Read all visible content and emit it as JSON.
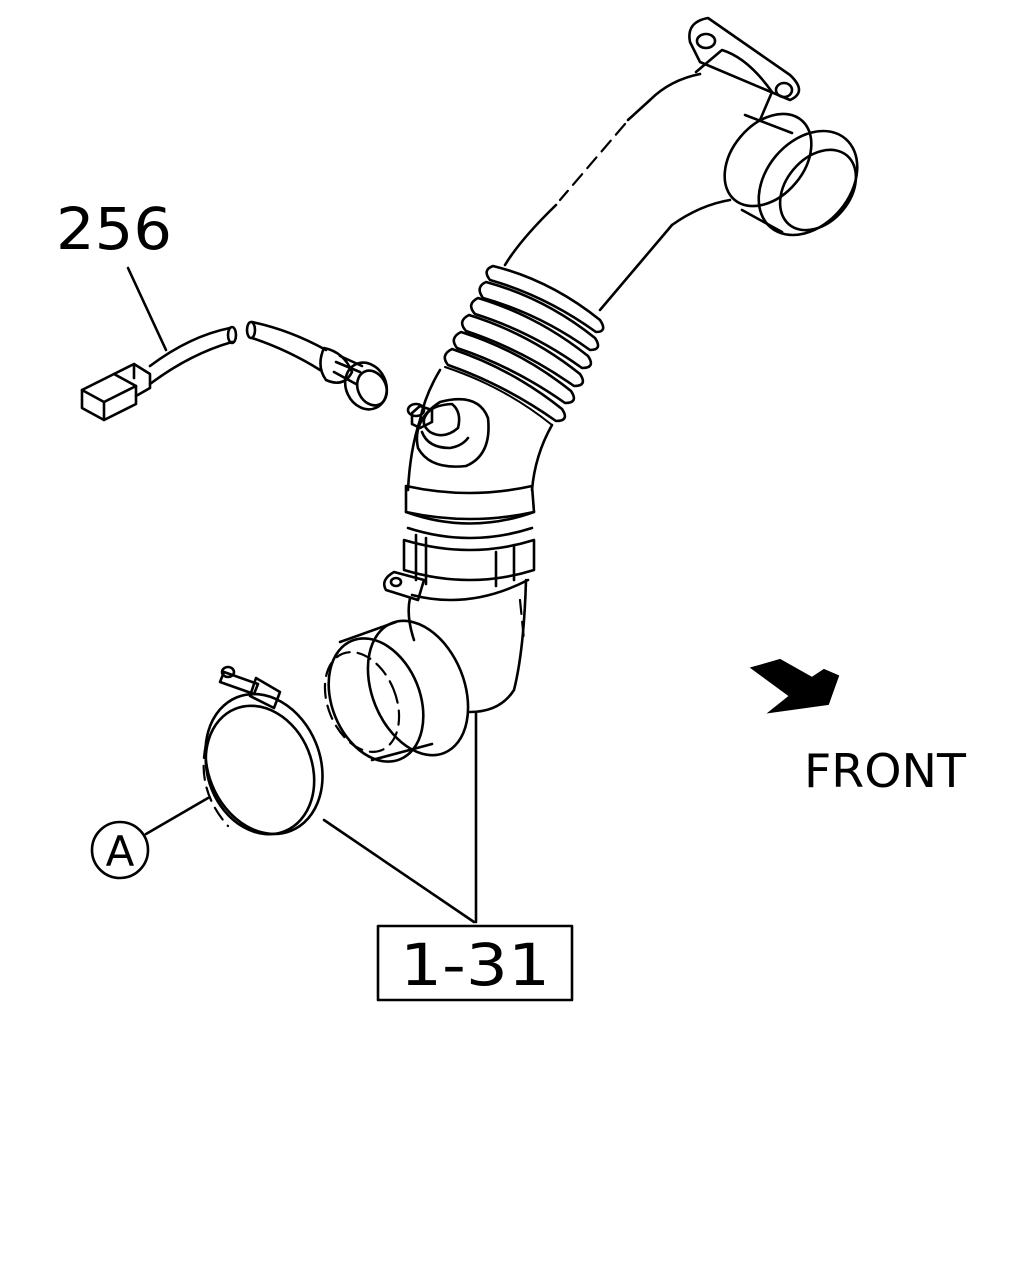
{
  "labels": {
    "part_256": "256",
    "part_1_31": "1-31",
    "callout_a": "A",
    "direction": "FRONT"
  }
}
